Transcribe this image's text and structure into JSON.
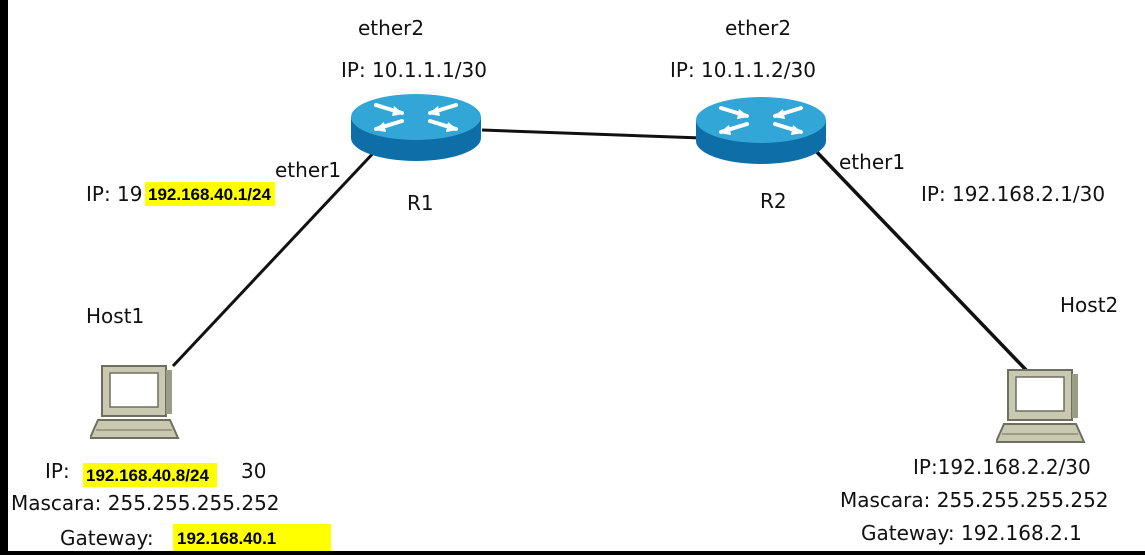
{
  "r1": {
    "name": "R1",
    "ether2_label": "ether2",
    "ether2_ip": "IP: 10.1.1.1/30",
    "ether1_label": "ether1",
    "ether1_ip_prefix": "IP: 19",
    "ether1_ip_highlight": "192.168.40.1/24"
  },
  "r2": {
    "name": "R2",
    "ether2_label": "ether2",
    "ether2_ip": "IP: 10.1.1.2/30",
    "ether1_label": "ether1",
    "ether1_ip": "IP: 192.168.2.1/30"
  },
  "host1": {
    "name": "Host1",
    "ip_prefix": "IP:",
    "ip_obscured_tail": "30",
    "ip_highlight": "192.168.40.8/24",
    "mask": "Mascara: 255.255.255.252",
    "gateway_label": "Gateway:",
    "gateway_highlight": "192.168.40.1"
  },
  "host2": {
    "name": "Host2",
    "ip": "IP:192.168.2.2/30",
    "mask": "Mascara: 255.255.255.252",
    "gateway": "Gateway: 192.168.2.1"
  },
  "colors": {
    "router_top": "#33a6d8",
    "router_body": "#0e6fa8",
    "highlight": "#ffff00",
    "computer": "#c9c9b2"
  },
  "icons": {
    "router": "router-icon",
    "computer": "computer-icon"
  }
}
